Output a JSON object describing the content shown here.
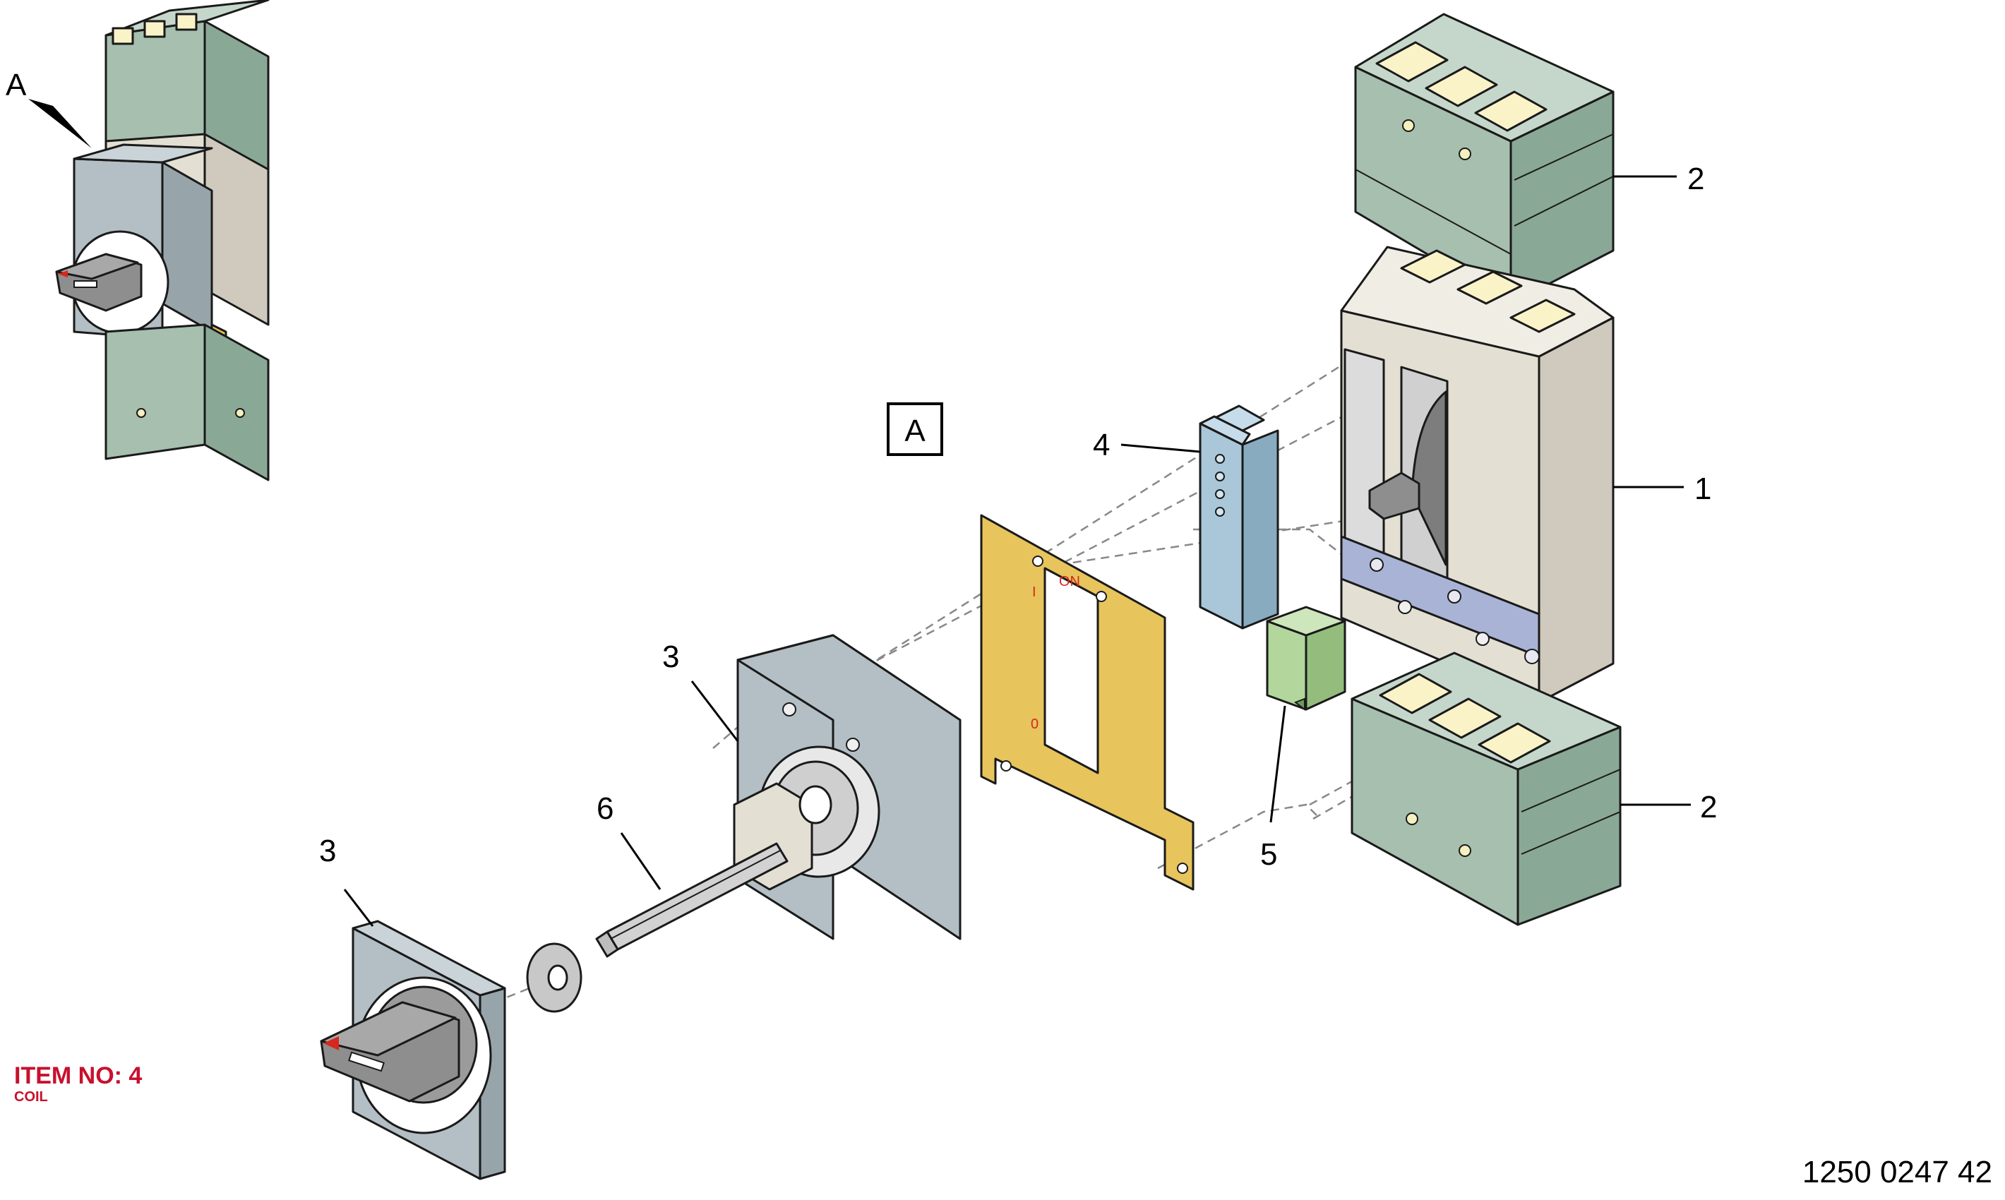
{
  "detail_label": "A",
  "view_box_label": "A",
  "callouts": {
    "c1": "1",
    "c2_upper": "2",
    "c2_lower": "2",
    "c3_housing": "3",
    "c3_handle": "3",
    "c4": "4",
    "c5": "5",
    "c6": "6"
  },
  "plate_markings": {
    "on": "ON",
    "one": "I",
    "zero": "0"
  },
  "item_stamp": {
    "title": "ITEM NO: 4",
    "subtitle": "COIL",
    "color": "#c8102e"
  },
  "drawing_number": "1250 0247 42",
  "colors": {
    "terminal_cover": "#a6bfae",
    "breaker_body": "#e3dfd3",
    "handle_housing": "#b3bfc4",
    "mounting_plate": "#e7c45c",
    "auxiliary_contact": "#a9c7d9",
    "coil": "#b2d69c",
    "accessory_strip": "#a9b3d6"
  }
}
